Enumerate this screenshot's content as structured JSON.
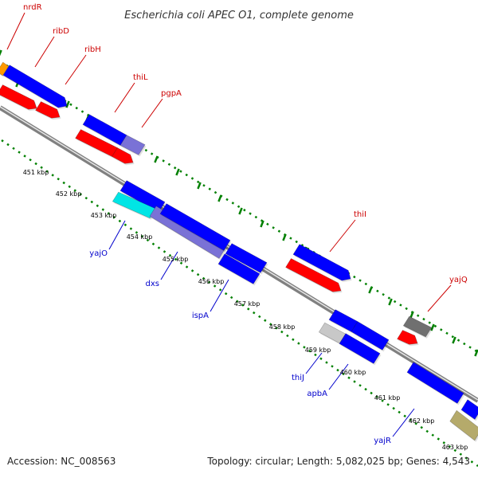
{
  "title": "Escherichia coli APEC O1, complete genome",
  "footer": {
    "accession": "Accession: NC_008563",
    "summary": "Topology: circular; Length: 5,082,025 bp; Genes: 4,543"
  },
  "colors": {
    "backbone": "#808080",
    "tick": "#008000",
    "forward_label": "#cc0000",
    "reverse_label": "#0000cc",
    "cds": "#0000ff",
    "gene": "#ff0000",
    "other_cds": "#7a72d6",
    "cyan": "#00e5e5",
    "gray": "#c8c8c8",
    "dark_gray": "#707070",
    "olive": "#b5aa6b",
    "orange": "#ff9900"
  },
  "kbp_markers": [
    "451 kbp",
    "452 kbp",
    "453 kbp",
    "454 kbp",
    "455 kbp",
    "456 kbp",
    "457 kbp",
    "458 kbp",
    "459 kbp",
    "460 kbp",
    "461 kbp",
    "462 kbp",
    "463 kbp"
  ],
  "forward_gene_labels": [
    "nrdR",
    "ribD",
    "ribH",
    "thiL",
    "pgpA",
    "thiI",
    "yajQ"
  ],
  "reverse_gene_labels": [
    "yajO",
    "dxs",
    "ispA",
    "thiJ",
    "apbA",
    "yajR"
  ]
}
